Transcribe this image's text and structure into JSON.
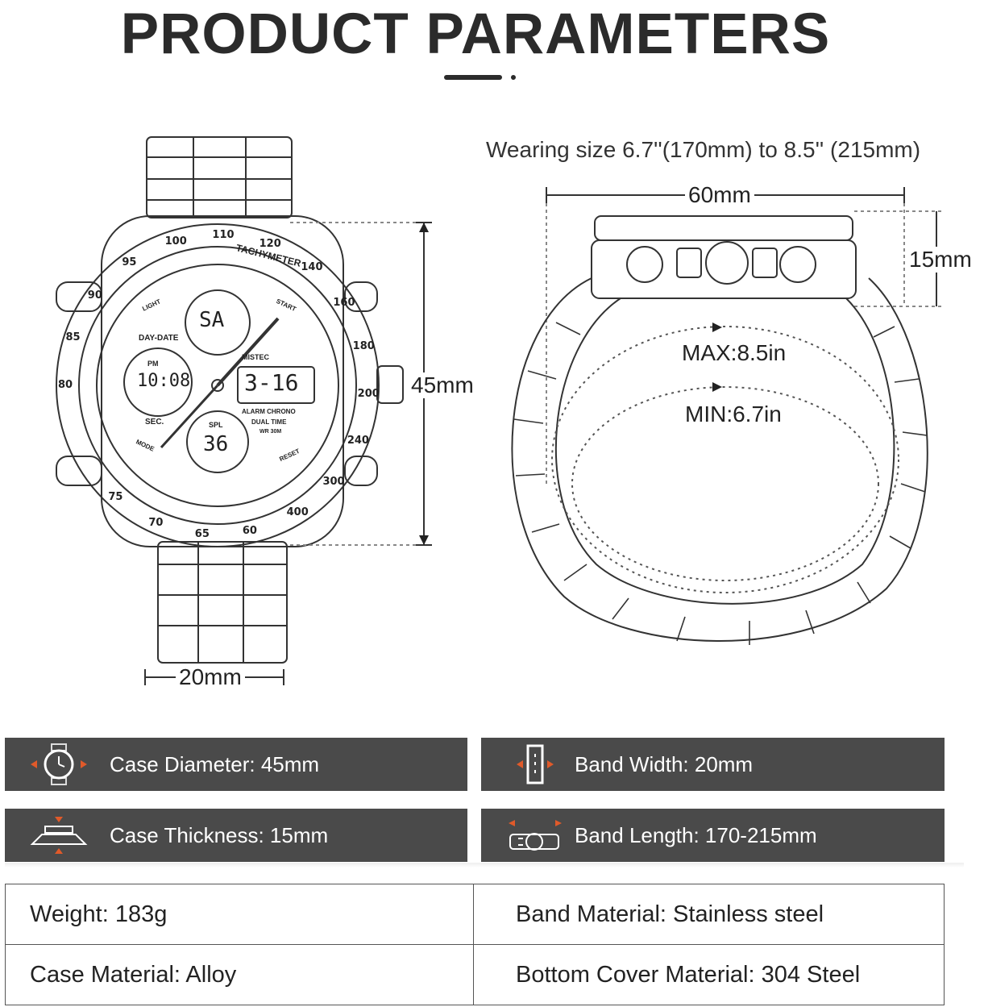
{
  "header": {
    "title": "PRODUCT PARAMETERS"
  },
  "wearing": {
    "size_text": "Wearing size 6.7''(170mm) to 8.5'' (215mm)"
  },
  "dimensions": {
    "case_width": "60mm",
    "case_thickness": "15mm",
    "case_diameter": "45mm",
    "band_width": "20mm",
    "max_size": "MAX:8.5in",
    "min_size": "MIN:6.7in"
  },
  "dial": {
    "brand": "MISTEC",
    "day_date": "DAY-DATE",
    "pm": "PM",
    "time": "10:08",
    "sec": "SEC.",
    "light": "LIGHT",
    "start": "START",
    "mode": "MODE",
    "reset": "RESET",
    "alarm": "ALARM CHRONO",
    "dual": "DUAL TIME",
    "wr": "WR 30M",
    "day_display": "SA",
    "date_display": "3-16",
    "spl": "SPL",
    "spl_display": "36",
    "tachymeter": "TACHYMETER",
    "bezel_numbers": [
      "80",
      "85",
      "90",
      "95",
      "100",
      "110",
      "120",
      "140",
      "160",
      "180",
      "200",
      "240",
      "300",
      "400",
      "60",
      "65",
      "70",
      "75"
    ]
  },
  "spec_bars": [
    {
      "icon": "watch-diameter-icon",
      "label": "Case Diameter: 45mm"
    },
    {
      "icon": "band-width-icon",
      "label": "Band Width: 20mm"
    },
    {
      "icon": "case-thickness-icon",
      "label": "Case Thickness: 15mm"
    },
    {
      "icon": "band-length-icon",
      "label": "Band Length: 170-215mm"
    }
  ],
  "spec_table": [
    [
      "Weight: 183g",
      "Band Material: Stainless steel"
    ],
    [
      "Case Material: Alloy",
      "Bottom Cover Material: 304 Steel"
    ]
  ],
  "colors": {
    "bar_bg": "#4a4a4a",
    "accent": "#e05a2a",
    "text": "#222222"
  }
}
